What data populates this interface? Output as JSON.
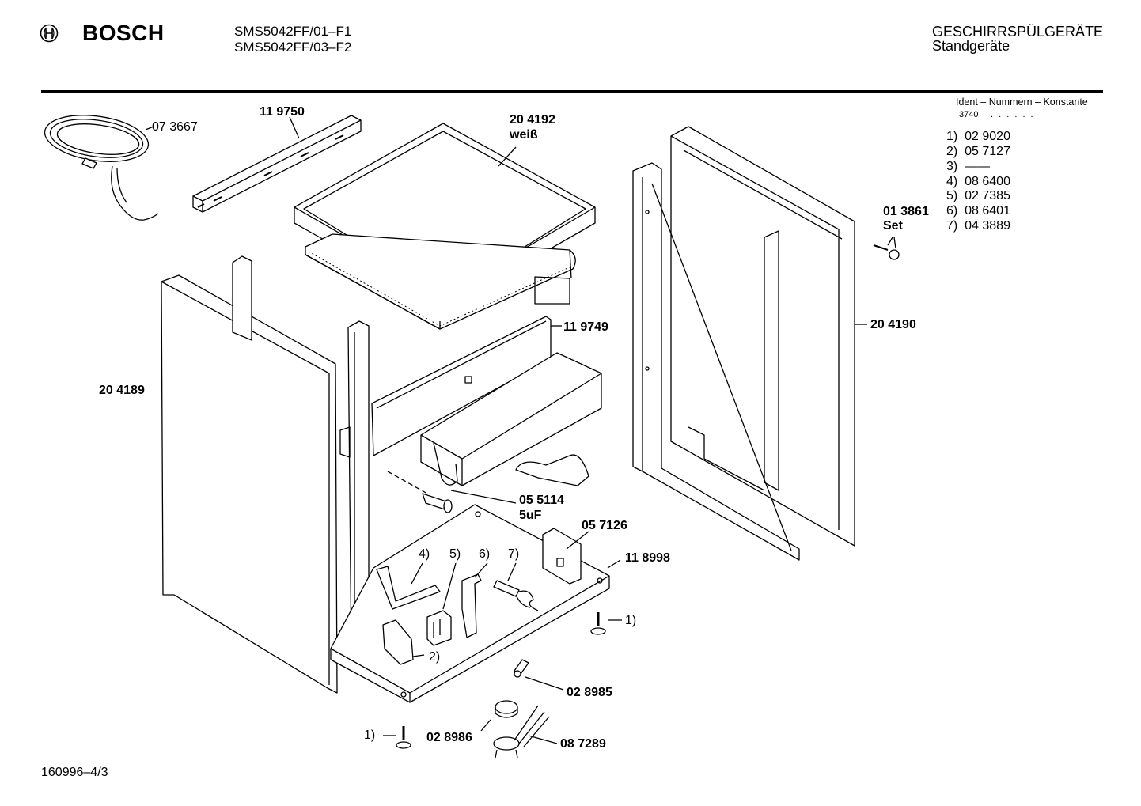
{
  "header": {
    "brand": "BOSCH",
    "models": [
      "SMS5042FF/01–F1",
      "SMS5042FF/03–F2"
    ],
    "category": "GESCHIRRSPÜLGERÄTE",
    "subcategory": "Standgeräte"
  },
  "ident": {
    "heading": "Ident – Nummern – Konstante",
    "constant": "3740",
    "dots": ". . . . . .",
    "items": [
      {
        "num": "1)",
        "val": "02 9020"
      },
      {
        "num": "2)",
        "val": "05 7127"
      },
      {
        "num": "3)",
        "val": "——"
      },
      {
        "num": "4)",
        "val": "08 6400"
      },
      {
        "num": "5)",
        "val": "02 7385"
      },
      {
        "num": "6)",
        "val": "08 6401"
      },
      {
        "num": "7)",
        "val": "04 3889"
      }
    ]
  },
  "parts": {
    "power_cable": "07 3667",
    "front_rail": "11 9750",
    "top_cover": "20 4192",
    "top_cover_color": "weiß",
    "side_panel_right": "20 4190",
    "screw_set_number": "01 3861",
    "screw_set_label": "Set",
    "rear_rail": "11 9749",
    "side_panel_left": "20 4189",
    "capacitor": "05 5114",
    "capacitor_value": "5uF",
    "bracket": "05 7126",
    "base_frame": "11 8998",
    "foot_right_ref": "1)",
    "hinge_ref": "2)",
    "ref4": "4)",
    "ref5": "5)",
    "ref6": "6)",
    "ref7": "7)",
    "spring": "02 8985",
    "foot_left_ref": "1)",
    "cap": "02 8986",
    "cable_holder": "08 7289"
  },
  "footer": {
    "code": "160996–4/3"
  }
}
